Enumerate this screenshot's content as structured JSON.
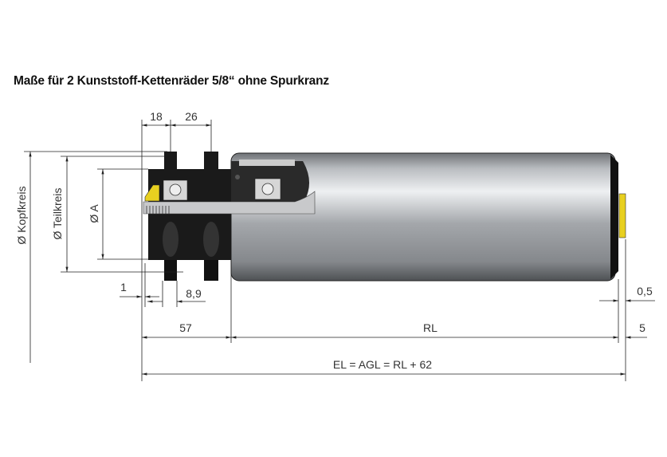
{
  "title": "Maße für 2 Kunststoff-Kettenräder 5/8“ ohne Spurkranz",
  "dimensions": {
    "d18": "18",
    "d26": "26",
    "kopfkreis": "Ø Kopfkreis",
    "teilkreis": "Ø Teilkreis",
    "da": "Ø A",
    "d1": "1",
    "d89": "8,9",
    "d05": "0,5",
    "d57": "57",
    "rl": "RL",
    "d5": "5",
    "el": "EL = AGL = RL + 62"
  },
  "colors": {
    "tube": "#a9acb0",
    "sprocket": "#1a1a1a",
    "shaft": "#c8c9cb",
    "cap": "#e8d020"
  }
}
